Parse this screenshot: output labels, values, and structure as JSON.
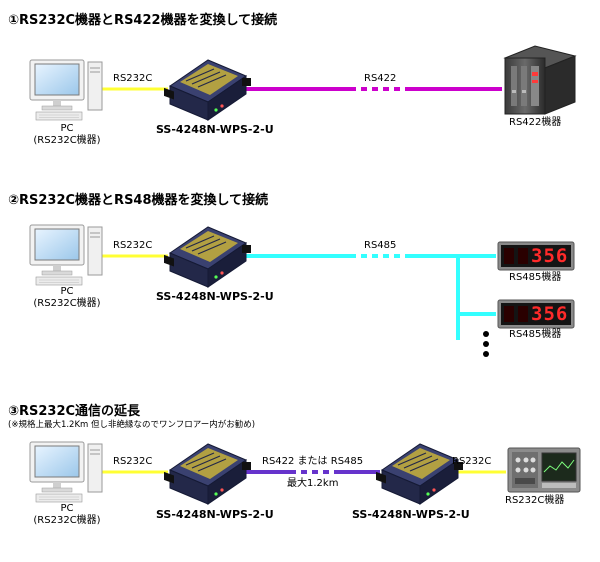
{
  "sections": [
    {
      "title": "①RS232C機器とRS422機器を変換して接続",
      "pc_label": "PC",
      "pc_sub": "(RS232C機器)",
      "link_left": "RS232C",
      "device": "SS-4248N-WPS-2-U",
      "link_right": "RS422",
      "target": "RS422機器"
    },
    {
      "title": "②RS232C機器とRS48機器を変換して接続",
      "pc_label": "PC",
      "pc_sub": "(RS232C機器)",
      "link_left": "RS232C",
      "device": "SS-4248N-WPS-2-U",
      "link_right": "RS485",
      "target_top": "RS485機器",
      "target_bottom": "RS485機器",
      "display_value": "356"
    },
    {
      "title": "③RS232C通信の延長",
      "note": "(※規格上最大1.2Km 但し非絶縁なのでワンフロアー内がお勧め)",
      "pc_label": "PC",
      "pc_sub": "(RS232C機器)",
      "link_left": "RS232C",
      "device_left": "SS-4248N-WPS-2-U",
      "link_mid": "RS422 または RS485",
      "link_mid_sub": "最大1.2km",
      "device_right": "SS-4248N-WPS-2-U",
      "link_right": "RS232C",
      "target": "RS232C機器"
    }
  ],
  "colors": {
    "rs232c_line": "#ffff33",
    "rs422_line": "#cc00cc",
    "rs485_line": "#33ffff",
    "rs_mixed_line": "#6633cc",
    "device_body": "#2a2f5a",
    "display_digits": "#ff2a2a"
  }
}
